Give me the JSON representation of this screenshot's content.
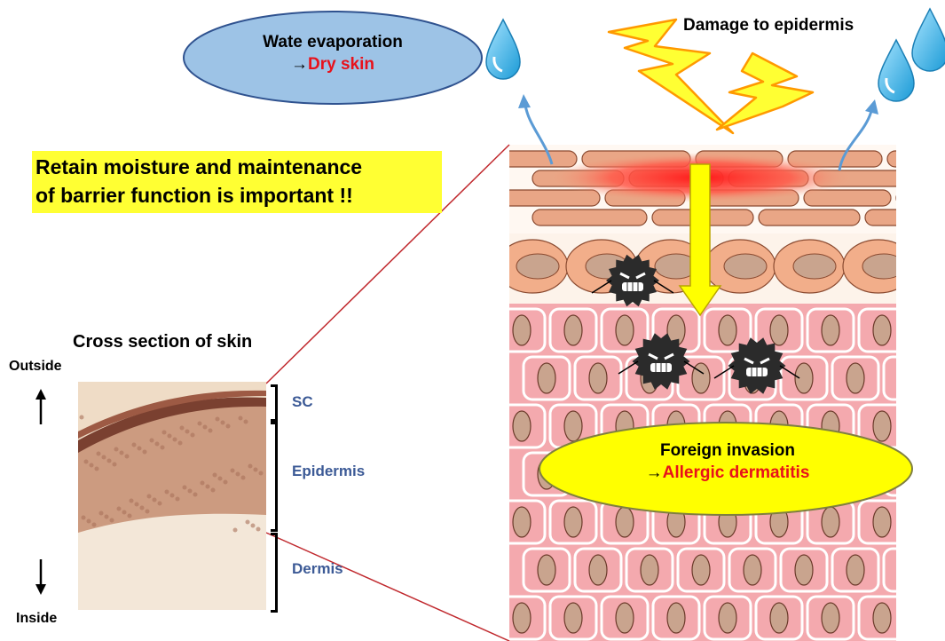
{
  "top_oval": {
    "line1": "Wate evaporation",
    "arrow": "→",
    "line2": "Dry skin"
  },
  "damage_label": "Damage to epidermis",
  "callout": {
    "line1": "Retain moisture and maintenance",
    "line2": "of barrier function is important !!"
  },
  "cross_section": {
    "title": "Cross section of skin",
    "outside": "Outside",
    "inside": "Inside",
    "layers": {
      "sc": "SC",
      "epidermis": "Epidermis",
      "dermis": "Dermis"
    }
  },
  "bottom_oval": {
    "line1": "Foreign invasion",
    "arrow": "→",
    "line2": "Allergic dermatitis"
  },
  "colors": {
    "oval_blue": "#9dc3e6",
    "oval_blue_border": "#2f528f",
    "highlight_yellow": "#ffff33",
    "oval_yellow": "#ffff00",
    "lightning": "#ffff33",
    "lightning_border": "#ff9900",
    "accent_red": "#e8111b",
    "layer_label": "#3c5a96",
    "cell_pink": "#f4a9ae",
    "nucleus": "#c9a48e",
    "flat_cell": "#e9a686"
  }
}
